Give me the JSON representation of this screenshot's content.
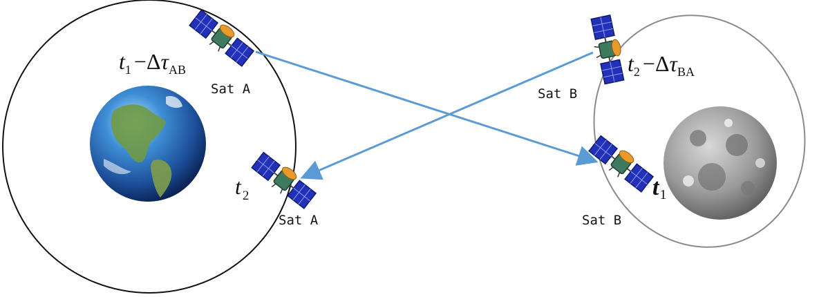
{
  "colors": {
    "arrow": "#5b9bd5",
    "earth_orbit": "#111111",
    "moon_orbit": "#8a8a8a",
    "panel": "#2231b8",
    "body_green": "#3e7a5e",
    "body_orange": "#e89a2a"
  },
  "icons": {
    "earth": "earth-globe-icon",
    "moon": "moon-globe-icon",
    "satellite": "satellite-icon"
  },
  "labels": {
    "sat_a_top": "Sat A",
    "sat_a_bottom": "Sat A",
    "sat_b_top": "Sat B",
    "sat_b_bottom": "Sat B"
  },
  "math": {
    "t1_dtau_ab": {
      "t": "t",
      "t_sub": "1",
      "op": "−Δ",
      "tau": "τ",
      "tau_sub": "AB"
    },
    "t2_dtau_ba": {
      "t": "t",
      "t_sub": "2",
      "op": "−Δ",
      "tau": "τ",
      "tau_sub": "BA"
    },
    "t2": {
      "t": "t",
      "sub": "2"
    },
    "t1": {
      "t": "t",
      "sub": "1"
    }
  }
}
